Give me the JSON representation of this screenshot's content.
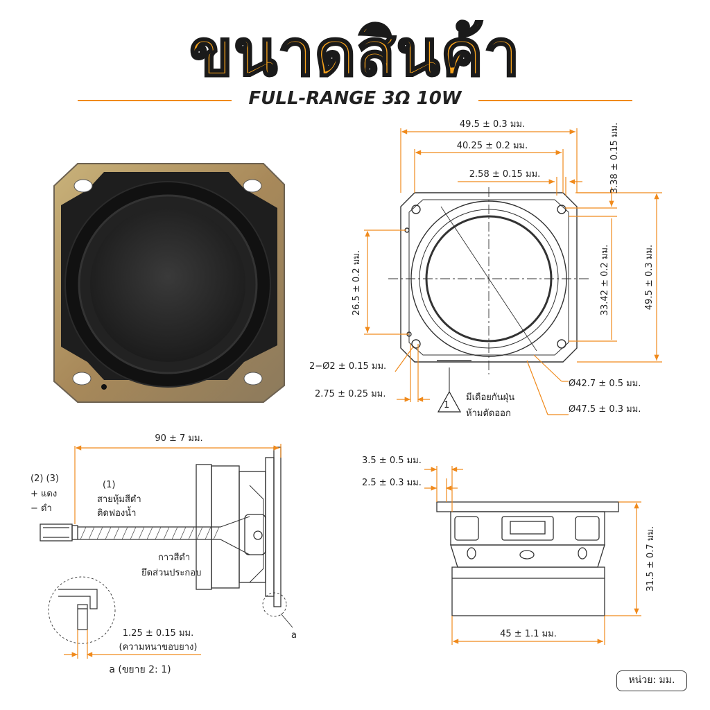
{
  "header": {
    "title": "ขนาดสินค้า",
    "subtitle": "FULL-RANGE 3Ω 10W"
  },
  "colors": {
    "accent": "#f08a1c",
    "title_fill": "#f7a21b",
    "outline": "#1a1a1a"
  },
  "front_view": {
    "width_outer": "49.5 ± 0.3 มม.",
    "width_inner": "40.25 ± 0.2 มม.",
    "slot": "2.58 ± 0.15 มม.",
    "edge_offset": "3.38 ± 0.15 มม.",
    "height_left": "26.5 ± 0.2 มม.",
    "hole_spacing": "33.42 ± 0.2 มม.",
    "height_right": "49.5 ± 0.3 มม.",
    "holes": "2−Ø2 ± 0.15 มม.",
    "hole_offset": "2.75 ± 0.25 มม.",
    "dia_inner": "Ø42.7 ± 0.5 มม.",
    "dia_outer": "Ø47.5 ± 0.3 มม.",
    "warning_mark": "1",
    "warning_line1": "มีเดือยกันฝุ่น",
    "warning_line2": "ห้ามตัดออก"
  },
  "side_view": {
    "cable_length": "90 ± 7 มม.",
    "pin_labels": "(2)  (3)",
    "plus_red": "+ แดง",
    "minus_black": "− ดำ",
    "wire_num": "(1)",
    "wire_line1": "สายหุ้มสีดำ",
    "wire_line2": "ติดฟองน้ำ",
    "glue_line1": "กาวสีดำ",
    "glue_line2": "ยึดส่วนประกอบ",
    "detail_marker": "a",
    "rubber_thickness": "1.25 ± 0.15 มม.",
    "rubber_caption": "(ความหนาขอบยาง)",
    "detail_caption": "a (ขยาย 2: 1)"
  },
  "profile_view": {
    "frame_depth": "3.5 ± 0.5 มม.",
    "flange_thickness": "2.5 ± 0.3 มม.",
    "total_depth": "31.5 ± 0.7 มม.",
    "magnet_diameter": "45 ± 1.1 มม."
  },
  "unit_note": "หน่วย: มม."
}
